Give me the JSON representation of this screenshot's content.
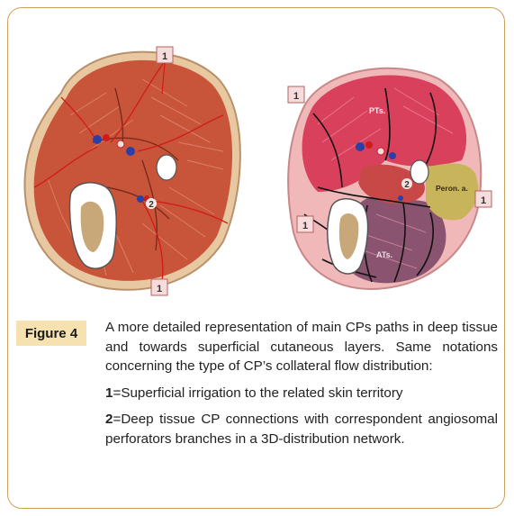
{
  "figure": {
    "tag": "Figure 4",
    "caption": "A more detailed representation of main CPs paths in deep tissue and towards superficial cutaneous layers. Same notations concerning the type of CP’s collateral flow distribution:",
    "legend": [
      {
        "num": "1",
        "text": "=Superficial irrigation to the related skin territory"
      },
      {
        "num": "2",
        "text": "=Deep tissue CP connections with correspondent angiosomal perforators branches in a 3D-distribution network."
      }
    ]
  },
  "left_panel": {
    "markers": [
      "1",
      "2",
      "1"
    ]
  },
  "right_panel": {
    "markers": [
      "1",
      "1",
      "1",
      "2"
    ],
    "region_labels": {
      "pts": "PTs.",
      "peron": "Peron. a.",
      "ats": "ATs."
    }
  },
  "colors": {
    "frame_border": "#c9a35a",
    "tag_bg": "#f5e2b0",
    "muscle": "#c8553a",
    "pts_region": "#d8405c",
    "ats_region": "#8a5470",
    "peron_region": "#c8b45a",
    "skin_ring": "#e8c8a0"
  }
}
